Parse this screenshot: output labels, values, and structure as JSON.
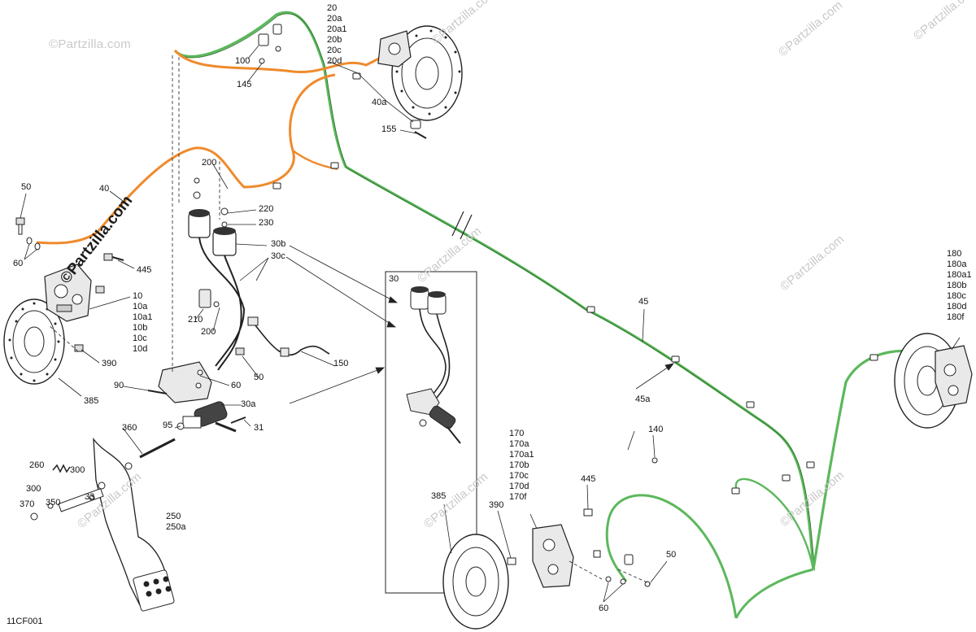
{
  "diagram_code": "11CF001",
  "brand_watermark": "©Partzilla.com",
  "faint_watermarks": [
    "©Partzilla.com",
    "©Partzilla.com",
    "©Partzilla.com",
    "©Partzilla.com",
    "©Partzilla.com",
    "©Partzilla.com",
    "©Partzilla.com",
    "©Partzilla.com",
    "©Partzilla.com"
  ],
  "inset": {
    "label": "30"
  },
  "callouts": {
    "c50_top": "50",
    "c60_left": "60",
    "c40": "40",
    "c445_left": "445",
    "c390_left": "390",
    "c385_left": "385",
    "c90": "90",
    "c95": "95",
    "c360": "360",
    "c31": "31",
    "c260": "260",
    "c300_a": "300",
    "c300_b": "300",
    "c350": "350",
    "c33": "33",
    "c370": "370",
    "c250": "250",
    "c250a": "250a",
    "c100": "100",
    "c145": "145",
    "c200_top": "200",
    "c220": "220",
    "c230": "230",
    "c30b": "30b",
    "c30c": "30c",
    "c210": "210",
    "c200_mid": "200",
    "c60_mid": "60",
    "c50_mid": "50",
    "c150": "150",
    "c30a": "30a",
    "c40a": "40a",
    "c155": "155",
    "c45": "45",
    "c45a": "45a",
    "c140": "140",
    "c385_bottom": "385",
    "c390_bottom": "390",
    "c445_bottom": "445",
    "c50_bottom": "50",
    "c60_bottom": "60"
  },
  "groups": {
    "front_left_caliper": [
      "10",
      "10a",
      "10a1",
      "10b",
      "10c",
      "10d"
    ],
    "front_right_caliper": [
      "20",
      "20a",
      "20a1",
      "20b",
      "20c",
      "20d"
    ],
    "rear_right_caliper": [
      "180",
      "180a",
      "180a1",
      "180b",
      "180c",
      "180d",
      "180f"
    ],
    "rear_left_caliper": [
      "170",
      "170a",
      "170a1",
      "170b",
      "170c",
      "170d",
      "170f"
    ]
  },
  "colors": {
    "line_orange": "#f08a2c",
    "line_green": "#5cb85c",
    "outline": "#222222",
    "part_fill": "#e9e9e9"
  }
}
